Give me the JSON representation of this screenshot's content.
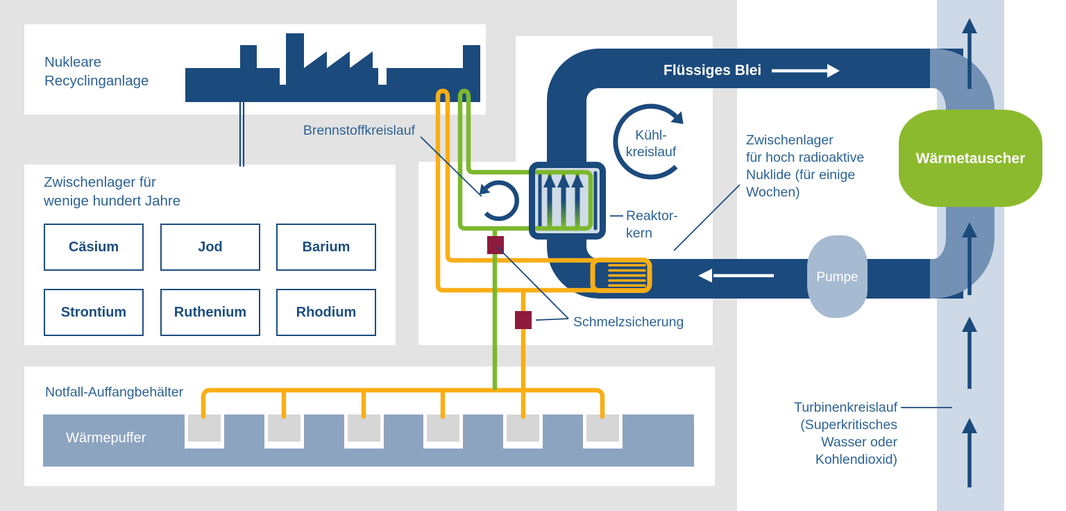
{
  "panels": {
    "recycling": {
      "title_line1": "Nukleare",
      "title_line2": "Recyclinganlage"
    },
    "storage_long": {
      "title_line1": "Zwischenlager für",
      "title_line2": "wenige hundert Jahre",
      "elements_row1": [
        "Cäsium",
        "Jod",
        "Barium"
      ],
      "elements_row2": [
        "Strontium",
        "Ruthenium",
        "Rhodium"
      ]
    },
    "emergency": {
      "title": "Notfall-Auffangbehälter",
      "buffer_label": "Wärmepuffer"
    }
  },
  "labels": {
    "fuel_cycle": "Brennstoffkreislauf",
    "reactor_core_line1": "Reaktor-",
    "reactor_core_line2": "kern",
    "melt_fuse": "Schmelzsicherung",
    "liquid_lead": "Flüssiges Blei",
    "cooling_cycle_line1": "Kühl-",
    "cooling_cycle_line2": "kreislauf",
    "storage_short_line1": "Zwischenlager",
    "storage_short_line2": "für hoch radioaktive",
    "storage_short_line3": "Nuklide (für einige",
    "storage_short_line4": "Wochen)",
    "pump": "Pumpe",
    "heat_exchanger": "Wärmetauscher",
    "turbine_line1": "Turbinenkreislauf",
    "turbine_line2": "(Superkritisches",
    "turbine_line3": "Wasser oder",
    "turbine_line4": "Kohlendioxid)"
  },
  "colors": {
    "background_grey": "#e3e3e3",
    "navy": "#1b4a7d",
    "label_blue": "#2d6295",
    "steel_pipe": "#7391b4",
    "pale_turbine_band": "#cdd9e6",
    "pump_blob": "#a6bad1",
    "heat_buffer_band": "#8ca4c0",
    "cask_grey": "#d6d6d6",
    "fuel_orange": "#f9ae16",
    "fuel_green": "#7cb82d",
    "exchanger_green": "#8cba2e",
    "melt_fuse_maroon": "#8d1b3d"
  }
}
